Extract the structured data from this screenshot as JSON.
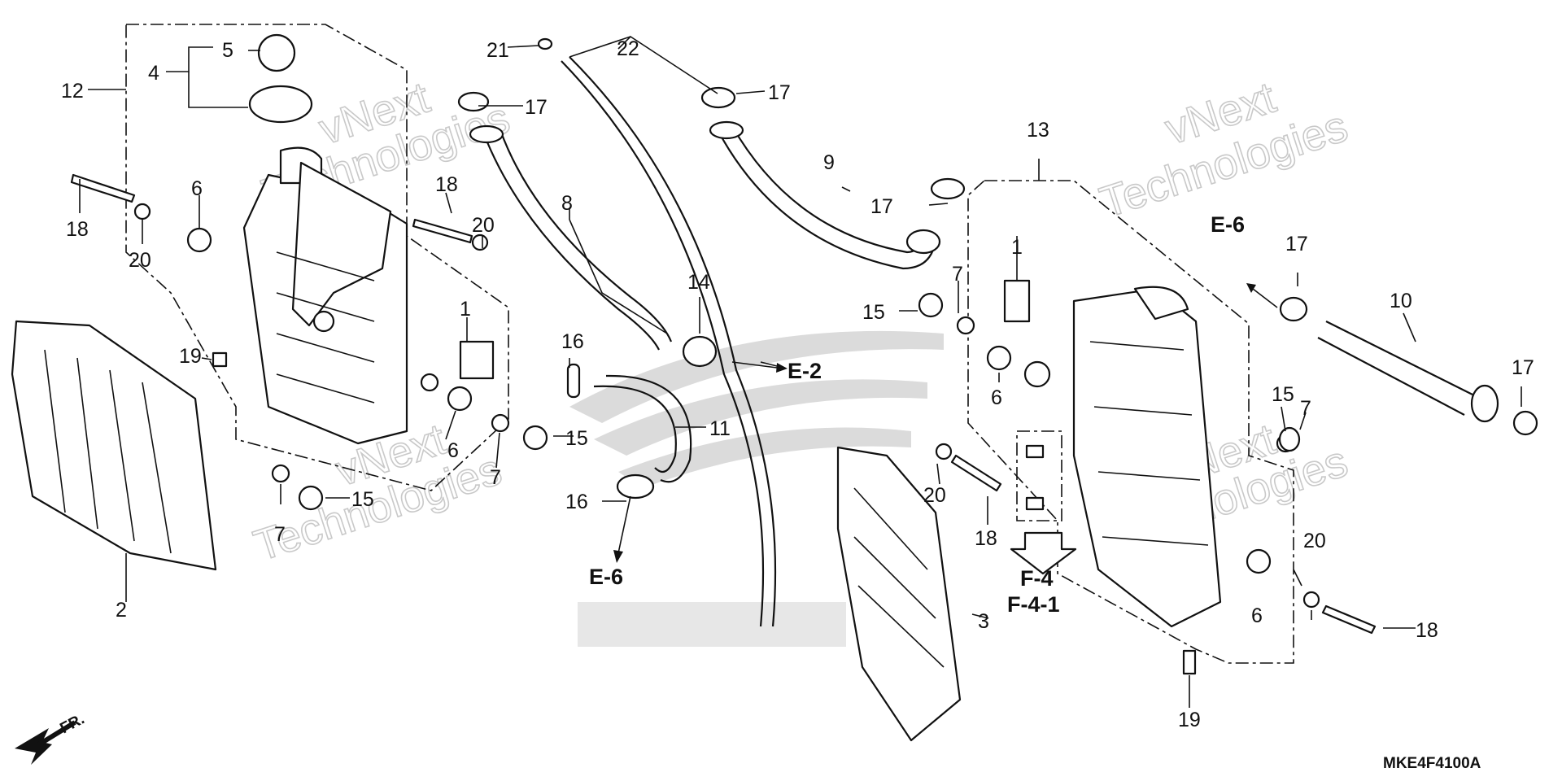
{
  "diagram_code": "MKE4F4100A",
  "direction_marker": "FR.",
  "watermark": {
    "line1": "vNext",
    "line2": "Technologies"
  },
  "reference_labels": {
    "e2": "E-2",
    "e6_left": "E-6",
    "e6_right": "E-6",
    "f4": "F-4",
    "f41": "F-4-1"
  },
  "callouts": {
    "c1a": "1",
    "c1b": "1",
    "c2": "2",
    "c3": "3",
    "c4": "4",
    "c5": "5",
    "c6a": "6",
    "c6b": "6",
    "c6c": "6",
    "c6d": "6",
    "c7a": "7",
    "c7b": "7",
    "c7c": "7",
    "c7d": "7",
    "c8": "8",
    "c9": "9",
    "c10": "10",
    "c11": "11",
    "c12": "12",
    "c13": "13",
    "c14": "14",
    "c15a": "15",
    "c15b": "15",
    "c15c": "15",
    "c15d": "15",
    "c16a": "16",
    "c16b": "16",
    "c17a": "17",
    "c17b": "17",
    "c17c": "17",
    "c17d": "17",
    "c17e": "17",
    "c18a": "18",
    "c18b": "18",
    "c18c": "18",
    "c18d": "18",
    "c19a": "19",
    "c19b": "19",
    "c20a": "20",
    "c20b": "20",
    "c20c": "20",
    "c20d": "20",
    "c21": "21",
    "c22": "22"
  }
}
